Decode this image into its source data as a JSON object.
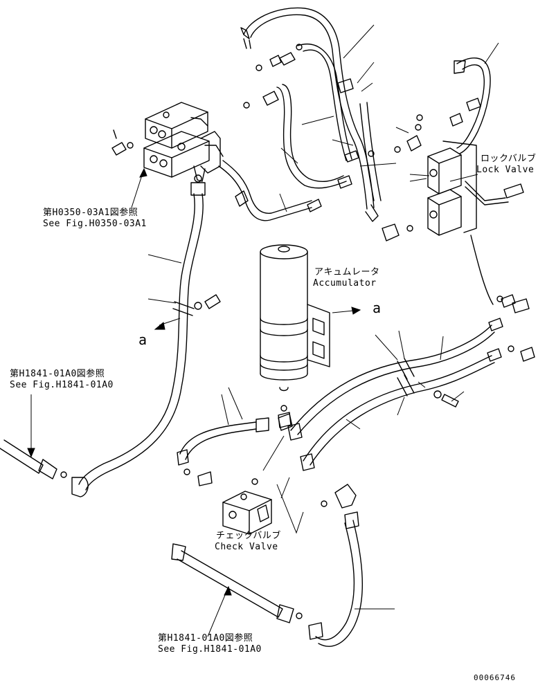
{
  "labels": {
    "ref_h0350_jp": "第H0350-03A1図参照",
    "ref_h0350_en": "See Fig.H0350-03A1",
    "ref_h1841_top_jp": "第H1841-01A0図参照",
    "ref_h1841_top_en": "See Fig.H1841-01A0",
    "ref_h1841_bottom_jp": "第H1841-01A0図参照",
    "ref_h1841_bottom_en": "See Fig.H1841-01A0",
    "lock_valve_jp": "ロックバルブ",
    "lock_valve_en": "Lock Valve",
    "accumulator_jp": "アキュムレータ",
    "accumulator_en": "Accumulator",
    "check_valve_jp": "チェックバルブ",
    "check_valve_en": "Check Valve",
    "view_a_left": "a",
    "view_a_right": "a",
    "drawing_number": "00066746"
  }
}
